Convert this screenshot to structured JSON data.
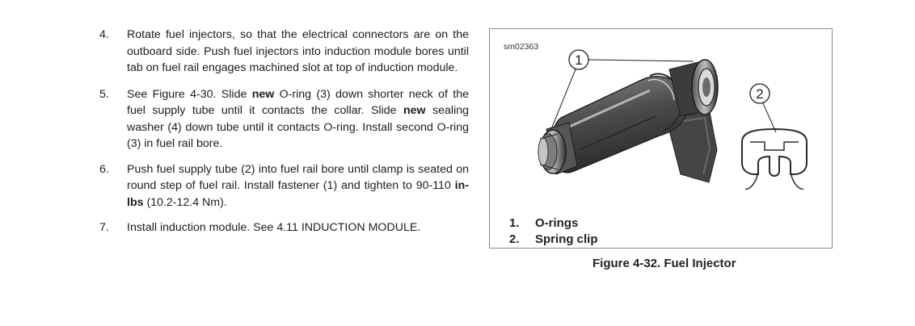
{
  "steps": [
    {
      "number": "4.",
      "parts": [
        "Rotate fuel injectors, so that the electrical connectors are on the outboard side. Push fuel injectors into induction module bores until tab on fuel rail engages machined slot at top of induction module."
      ]
    },
    {
      "number": "5.",
      "parts": [
        "See Figure 4-30. Slide ",
        "new",
        " O-ring (3) down shorter neck of the fuel supply tube until it contacts the collar. Slide ",
        "new",
        " sealing washer (4) down tube until it contacts O-ring. Install second O-ring (3) in fuel rail bore."
      ]
    },
    {
      "number": "6.",
      "parts": [
        "Push fuel supply tube (2) into fuel rail bore until clamp is seated on round step of fuel rail. Install fastener (1) and tighten to 90-110 ",
        "in-lbs",
        " (10.2-12.4 Nm)."
      ]
    },
    {
      "number": "7.",
      "parts": [
        "Install induction module. See 4.11 INDUCTION MODULE."
      ]
    }
  ],
  "figure": {
    "id": "sm02363",
    "callouts": [
      "1",
      "2"
    ],
    "legend": [
      {
        "number": "1.",
        "label": "O-rings"
      },
      {
        "number": "2.",
        "label": "Spring clip"
      }
    ],
    "caption": "Figure 4-32. Fuel Injector"
  }
}
